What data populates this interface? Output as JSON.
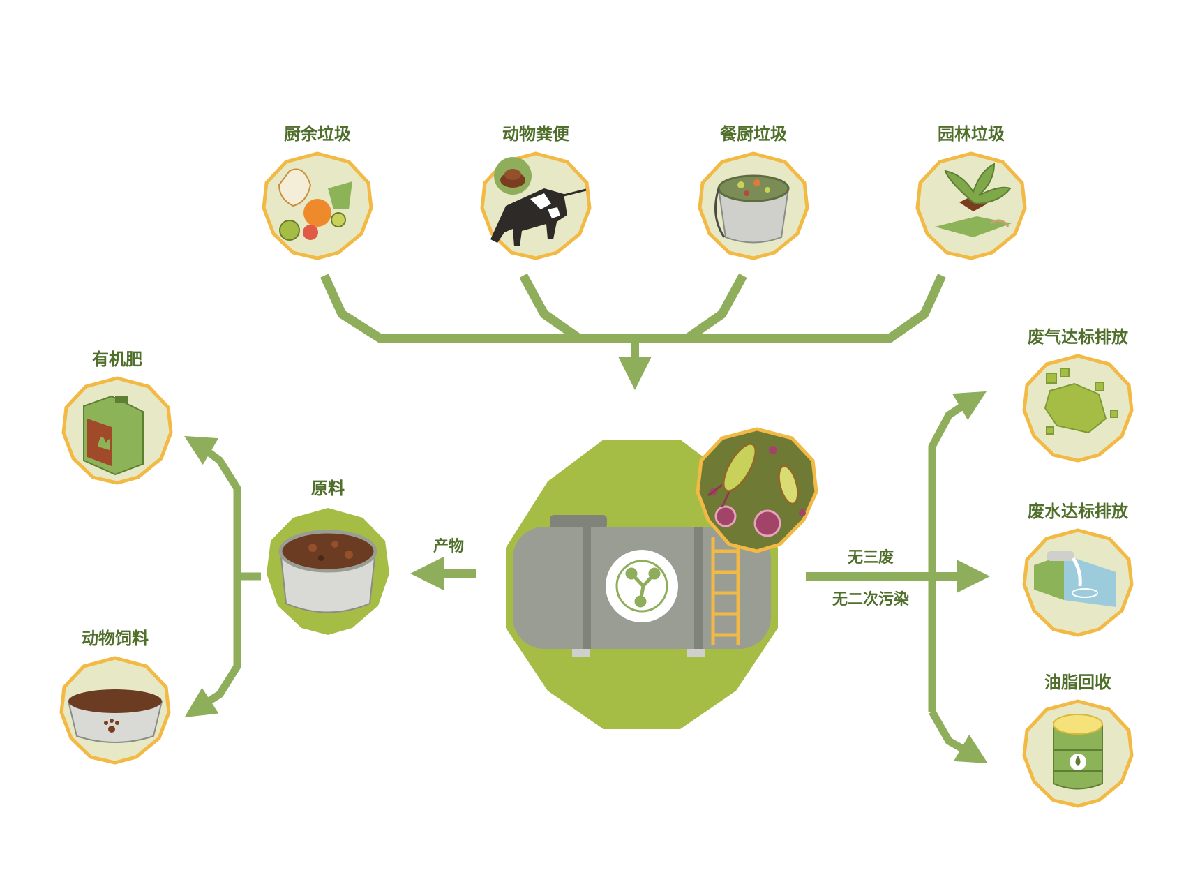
{
  "inputs": [
    {
      "label": "厨余垃圾",
      "icon": "food-scraps-icon"
    },
    {
      "label": "动物粪便",
      "icon": "cow-manure-icon"
    },
    {
      "label": "餐厨垃圾",
      "icon": "kitchen-waste-bucket-icon"
    },
    {
      "label": "园林垃圾",
      "icon": "garden-waste-icon"
    }
  ],
  "center": {
    "icon": "fermentation-tank-icon",
    "microbe_icon": "microbes-icon",
    "logo_icon": "molecule-logo-icon"
  },
  "product": {
    "arrow_label": "产物",
    "label": "原料",
    "icon": "raw-material-tub-icon"
  },
  "product_outputs": [
    {
      "label": "有机肥",
      "icon": "fertilizer-can-icon"
    },
    {
      "label": "动物饲料",
      "icon": "pet-food-bowl-icon"
    }
  ],
  "emission": {
    "line1": "无三废",
    "line2": "无二次污染"
  },
  "emission_outputs": [
    {
      "label": "废气达标排放",
      "icon": "clean-gas-cloud-icon"
    },
    {
      "label": "废水达标排放",
      "icon": "clean-water-outlet-icon"
    },
    {
      "label": "油脂回收",
      "icon": "oil-barrel-icon"
    }
  ],
  "colors": {
    "flow": "#8fae5c",
    "badge_fill": "#e7e8c6",
    "badge_ring": "#f2b944",
    "center_green": "#a6bd45",
    "label_text": "#4f6f2b",
    "tank_gray": "#9a9d94"
  }
}
